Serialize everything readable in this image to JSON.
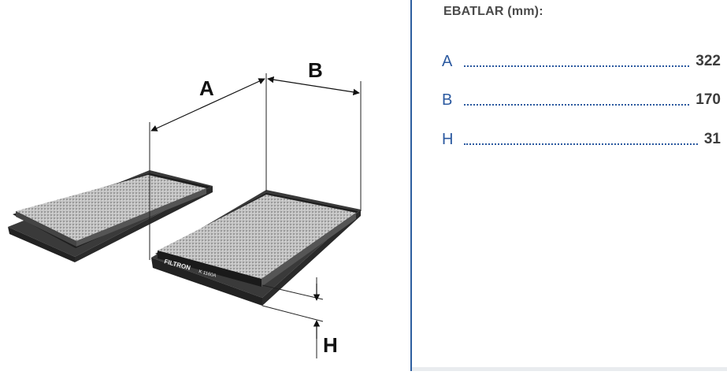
{
  "diagram": {
    "label_a": "A",
    "label_b": "B",
    "label_h": "H",
    "brand_text": "FILTRON",
    "model_text": "K 1160A"
  },
  "specs": {
    "title": "EBATLAR (mm):",
    "rows": [
      {
        "label": "A",
        "value": "322"
      },
      {
        "label": "B",
        "value": "170"
      },
      {
        "label": "H",
        "value": "31"
      }
    ]
  },
  "colors": {
    "accent": "#2c5aa0",
    "value_text": "#3c3c3c",
    "title_text": "#4a4a4a",
    "filter_body": "#2a2a2a",
    "filter_media": "#b9b9b9"
  }
}
